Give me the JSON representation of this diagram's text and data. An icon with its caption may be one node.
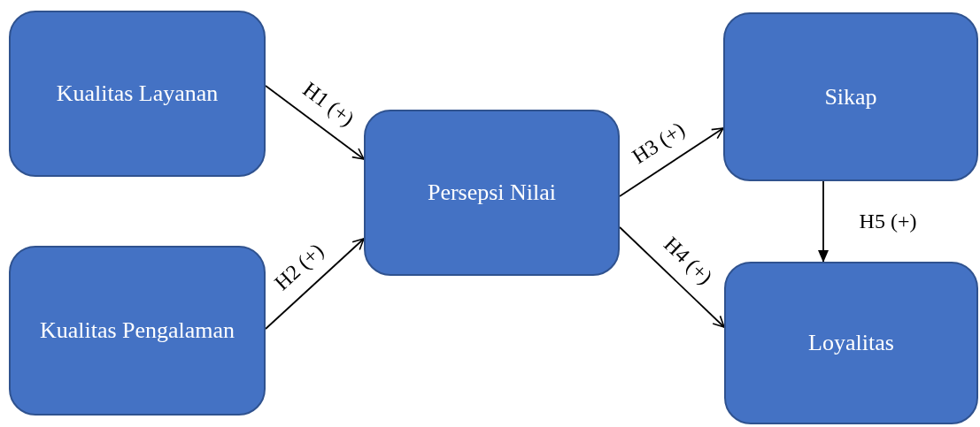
{
  "diagram": {
    "nodes": [
      {
        "text": [
          "Kualitas Layanan"
        ]
      },
      {
        "text": [
          "Kualitas Pengalaman"
        ]
      },
      {
        "text": [
          "Persepsi Nilai"
        ]
      },
      {
        "text": [
          "Sikap"
        ]
      },
      {
        "text": [
          "Loyalitas"
        ]
      }
    ],
    "edges": [
      {
        "from": 0,
        "to": 2,
        "arrow": "to",
        "label": "H1 (+)"
      },
      {
        "from": 1,
        "to": 2,
        "arrow": "to",
        "label": "H2 (+)"
      },
      {
        "from": 2,
        "to": 3,
        "arrow": "to",
        "label": "H3 (+)"
      },
      {
        "from": 2,
        "to": 4,
        "arrow": "to",
        "label": "H4 (+)"
      },
      {
        "from": 3,
        "to": 4,
        "arrow": "to",
        "label": "H5 (+)"
      }
    ]
  }
}
